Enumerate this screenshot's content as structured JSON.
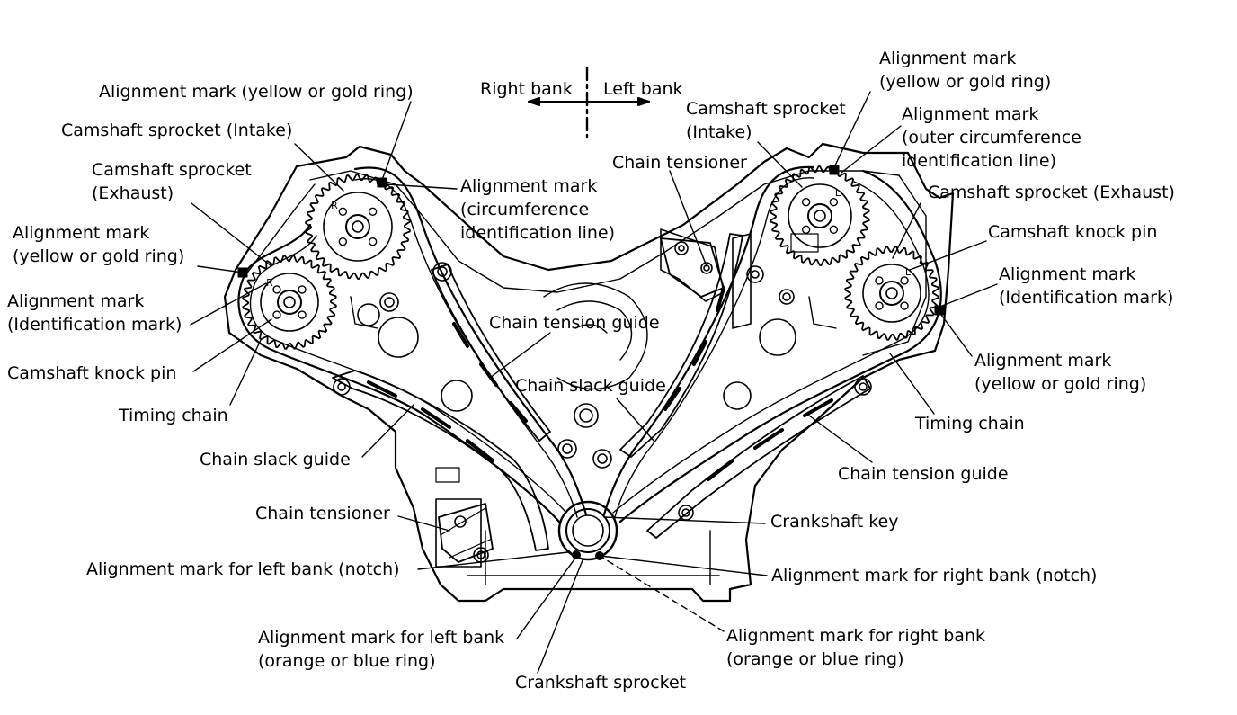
{
  "orientation": {
    "right_bank": "Right bank",
    "left_bank": "Left bank"
  },
  "labels": {
    "lb_align_yellow_top": [
      "Alignment mark (yellow or gold ring)"
    ],
    "lb_cam_intake": [
      "Camshaft sprocket (Intake)"
    ],
    "lb_cam_exhaust": [
      "Camshaft sprocket",
      "(Exhaust)"
    ],
    "lb_align_yellow_side": [
      "Alignment mark",
      "(yellow or gold ring)"
    ],
    "lb_align_ident": [
      "Alignment mark",
      "(Identification mark)"
    ],
    "lb_knock_pin": [
      "Camshaft knock pin"
    ],
    "lb_timing_chain": [
      "Timing chain"
    ],
    "lb_slack_guide": [
      "Chain slack guide"
    ],
    "lb_tensioner": [
      "Chain tensioner"
    ],
    "lb_align_notch": [
      "Alignment mark for left bank (notch)"
    ],
    "lb_align_ring": [
      "Alignment mark for left bank",
      "(orange or blue ring)"
    ],
    "crank_sprocket": [
      "Crankshaft sprocket"
    ],
    "mid_align_circ": [
      "Alignment mark",
      "(circumference",
      "identification line)"
    ],
    "mid_tension_guide": [
      "Chain tension guide"
    ],
    "mid_slack_guide": [
      "Chain slack guide"
    ],
    "rb_tensioner": [
      "Chain tensioner"
    ],
    "rb_cam_intake": [
      "Camshaft sprocket",
      "(Intake)"
    ],
    "rb_align_yellow_top": [
      "Alignment mark",
      "(yellow or gold ring)"
    ],
    "rb_align_outer": [
      "Alignment mark",
      "(outer circumference",
      "identification line)"
    ],
    "rb_cam_exhaust": [
      "Camshaft sprocket (Exhaust)"
    ],
    "rb_knock_pin": [
      "Camshaft knock pin"
    ],
    "rb_align_ident": [
      "Alignment mark",
      "(Identification mark)"
    ],
    "rb_align_yellow_side": [
      "Alignment mark",
      "(yellow or gold ring)"
    ],
    "rb_timing_chain": [
      "Timing chain"
    ],
    "rb_tension_guide": [
      "Chain tension guide"
    ],
    "crank_key": [
      "Crankshaft key"
    ],
    "rb_align_notch": [
      "Alignment mark for right bank (notch)"
    ],
    "rb_align_ring": [
      "Alignment mark for right bank",
      "(orange or blue ring)"
    ]
  },
  "sprocket_letters": {
    "left_intake": "R",
    "left_exhaust": "R",
    "right_intake": "L",
    "right_exhaust": "L"
  }
}
